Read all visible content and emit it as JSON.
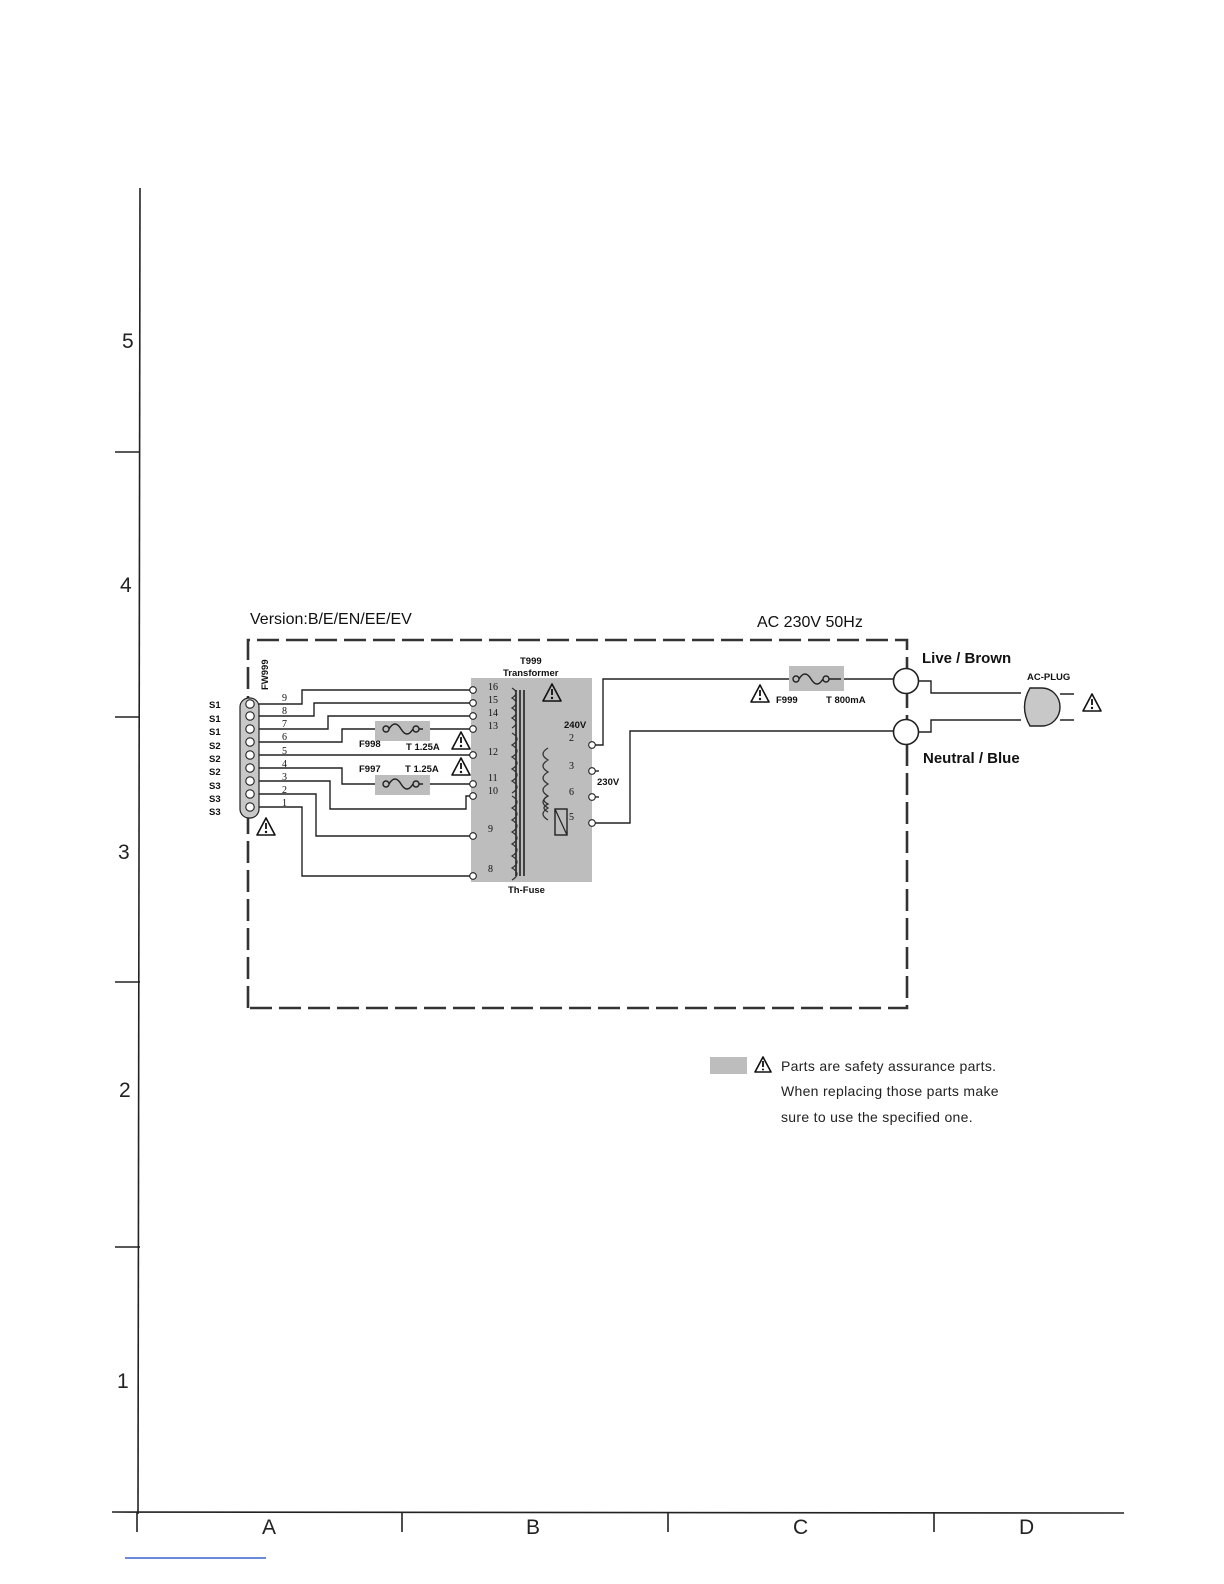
{
  "grid": {
    "rows": [
      "5",
      "4",
      "3",
      "2",
      "1"
    ],
    "columns": [
      "A",
      "B",
      "C",
      "D"
    ]
  },
  "header": {
    "version": "Version:B/E/EN/EE/EV",
    "supply": "AC 230V 50Hz"
  },
  "connector": {
    "name": "FW999",
    "pins": [
      "9",
      "8",
      "7",
      "6",
      "5",
      "4",
      "3",
      "2",
      "1"
    ],
    "groups": [
      "S1",
      "S1",
      "S1",
      "S2",
      "S2",
      "S2",
      "S3",
      "S3",
      "S3"
    ]
  },
  "transformer": {
    "ref": "T999",
    "name": "Transformer",
    "thermal_fuse": "Th-Fuse",
    "secondary_pins": [
      "16",
      "15",
      "14",
      "13",
      "12",
      "11",
      "10",
      "9",
      "8"
    ],
    "primary_pins": [
      "2",
      "3",
      "6",
      "5"
    ],
    "tap_240": "240V",
    "tap_230": "230V"
  },
  "fuses": {
    "f998": {
      "ref": "F998",
      "rating": "T 1.25A"
    },
    "f997": {
      "ref": "F997",
      "rating": "T 1.25A"
    },
    "f999": {
      "ref": "F999",
      "rating": "T 800mA"
    }
  },
  "mains": {
    "live": "Live / Brown",
    "neutral": "Neutral / Blue",
    "plug": "AC-PLUG"
  },
  "legend": {
    "line1": "Parts are safety assurance parts.",
    "line2": "When replacing those parts make",
    "line3": "sure to use the specified one."
  },
  "colors": {
    "safety_fill": "#bdbdbd",
    "ink": "#222222"
  },
  "icons": [
    "warning-triangle-icon",
    "fuse-symbol-icon",
    "plug-icon",
    "terminal-circle-icon"
  ]
}
